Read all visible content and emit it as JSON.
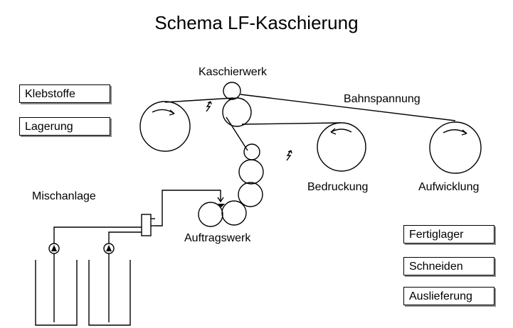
{
  "title": "Schema LF-Kaschierung",
  "labels": {
    "kaschierwerk": "Kaschierwerk",
    "bahnspannung": "Bahnspannung",
    "bedruckung": "Bedruckung",
    "aufwicklung": "Aufwicklung",
    "mischanlage": "Mischanlage",
    "auftragswerk": "Auftragswerk"
  },
  "boxes_left": [
    "Klebstoffe",
    "Lagerung"
  ],
  "boxes_right": [
    "Fertiglager",
    "Schneiden",
    "Auslieferung"
  ]
}
